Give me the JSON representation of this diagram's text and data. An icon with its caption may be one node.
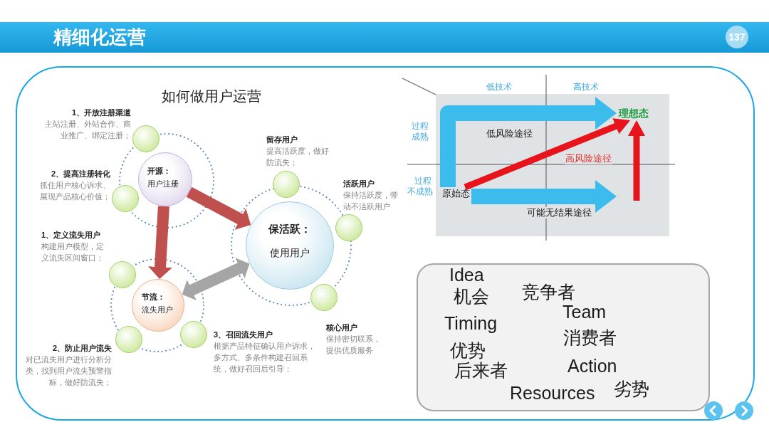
{
  "diagram": {
    "title": "精细化运营",
    "nodes": [
      {
        "text": [
          "开源：",
          "用户注册"
        ]
      },
      {
        "text": [
          "1、开放注册渠道",
          "主站注册、外站合作、商业推广、绑定注册；"
        ]
      },
      {
        "text": [
          "2、提高注册转化",
          "抓住用户核心诉求、展现产品核心价值；"
        ]
      },
      {
        "text": [
          "保活跃：",
          "使用用户"
        ]
      },
      {
        "text": [
          "留存用户",
          "提高活跃度，做好防流失；"
        ]
      },
      {
        "text": [
          "活跃用户",
          "保持活跃度，带动不活跃用户"
        ]
      },
      {
        "text": [
          "核心用户",
          "保持密切联系，提供优质服务"
        ]
      },
      {
        "text": [
          "节流：",
          "流失用户"
        ]
      },
      {
        "text": [
          "1、定义流失用户",
          "构建用户模型，定义流失区间窗口；"
        ]
      },
      {
        "text": [
          "2、防止用户流失",
          "对已流失用户进行分析分类，找到用户流失预警指标，做好防流失；"
        ]
      },
      {
        "text": [
          "3、召回流失用户",
          "根据产品特征确认用户诉求，多方式、多条件构建召回系统，做好召回后引导；"
        ]
      },
      {
        "text": [
          "原始态"
        ]
      },
      {
        "text": [
          "理想态"
        ]
      },
      {
        "text": [
          "Idea",
          "机会",
          "竞争者",
          "Team",
          "Timing",
          "消费者",
          "优势",
          "后来者",
          "Action",
          "Resources",
          "劣势"
        ]
      }
    ],
    "edges": [
      {
        "from": 0,
        "to": 3,
        "arrow": "to",
        "color": "#c0504d"
      },
      {
        "from": 0,
        "to": 7,
        "arrow": "to",
        "color": "#c0504d"
      },
      {
        "from": 7,
        "to": 3,
        "arrow": "both",
        "color": "#a5a5a5"
      },
      {
        "from": 11,
        "to": 12,
        "arrow": "to",
        "label": "低风险途径",
        "color": "#3bbcec"
      },
      {
        "from": 11,
        "to": null,
        "arrow": "to",
        "label": "可能无结果途径",
        "color": "#3bbcec"
      },
      {
        "from": 11,
        "to": 12,
        "arrow": "to",
        "label": "高风险途径",
        "color": "#e8141c"
      },
      {
        "from": null,
        "to": 12,
        "arrow": "to",
        "color": "#e8141c"
      }
    ],
    "labels": [
      "137",
      "如何做用户运营",
      "低技术",
      "高技术",
      "过程成熟",
      "过程不成熟"
    ]
  }
}
